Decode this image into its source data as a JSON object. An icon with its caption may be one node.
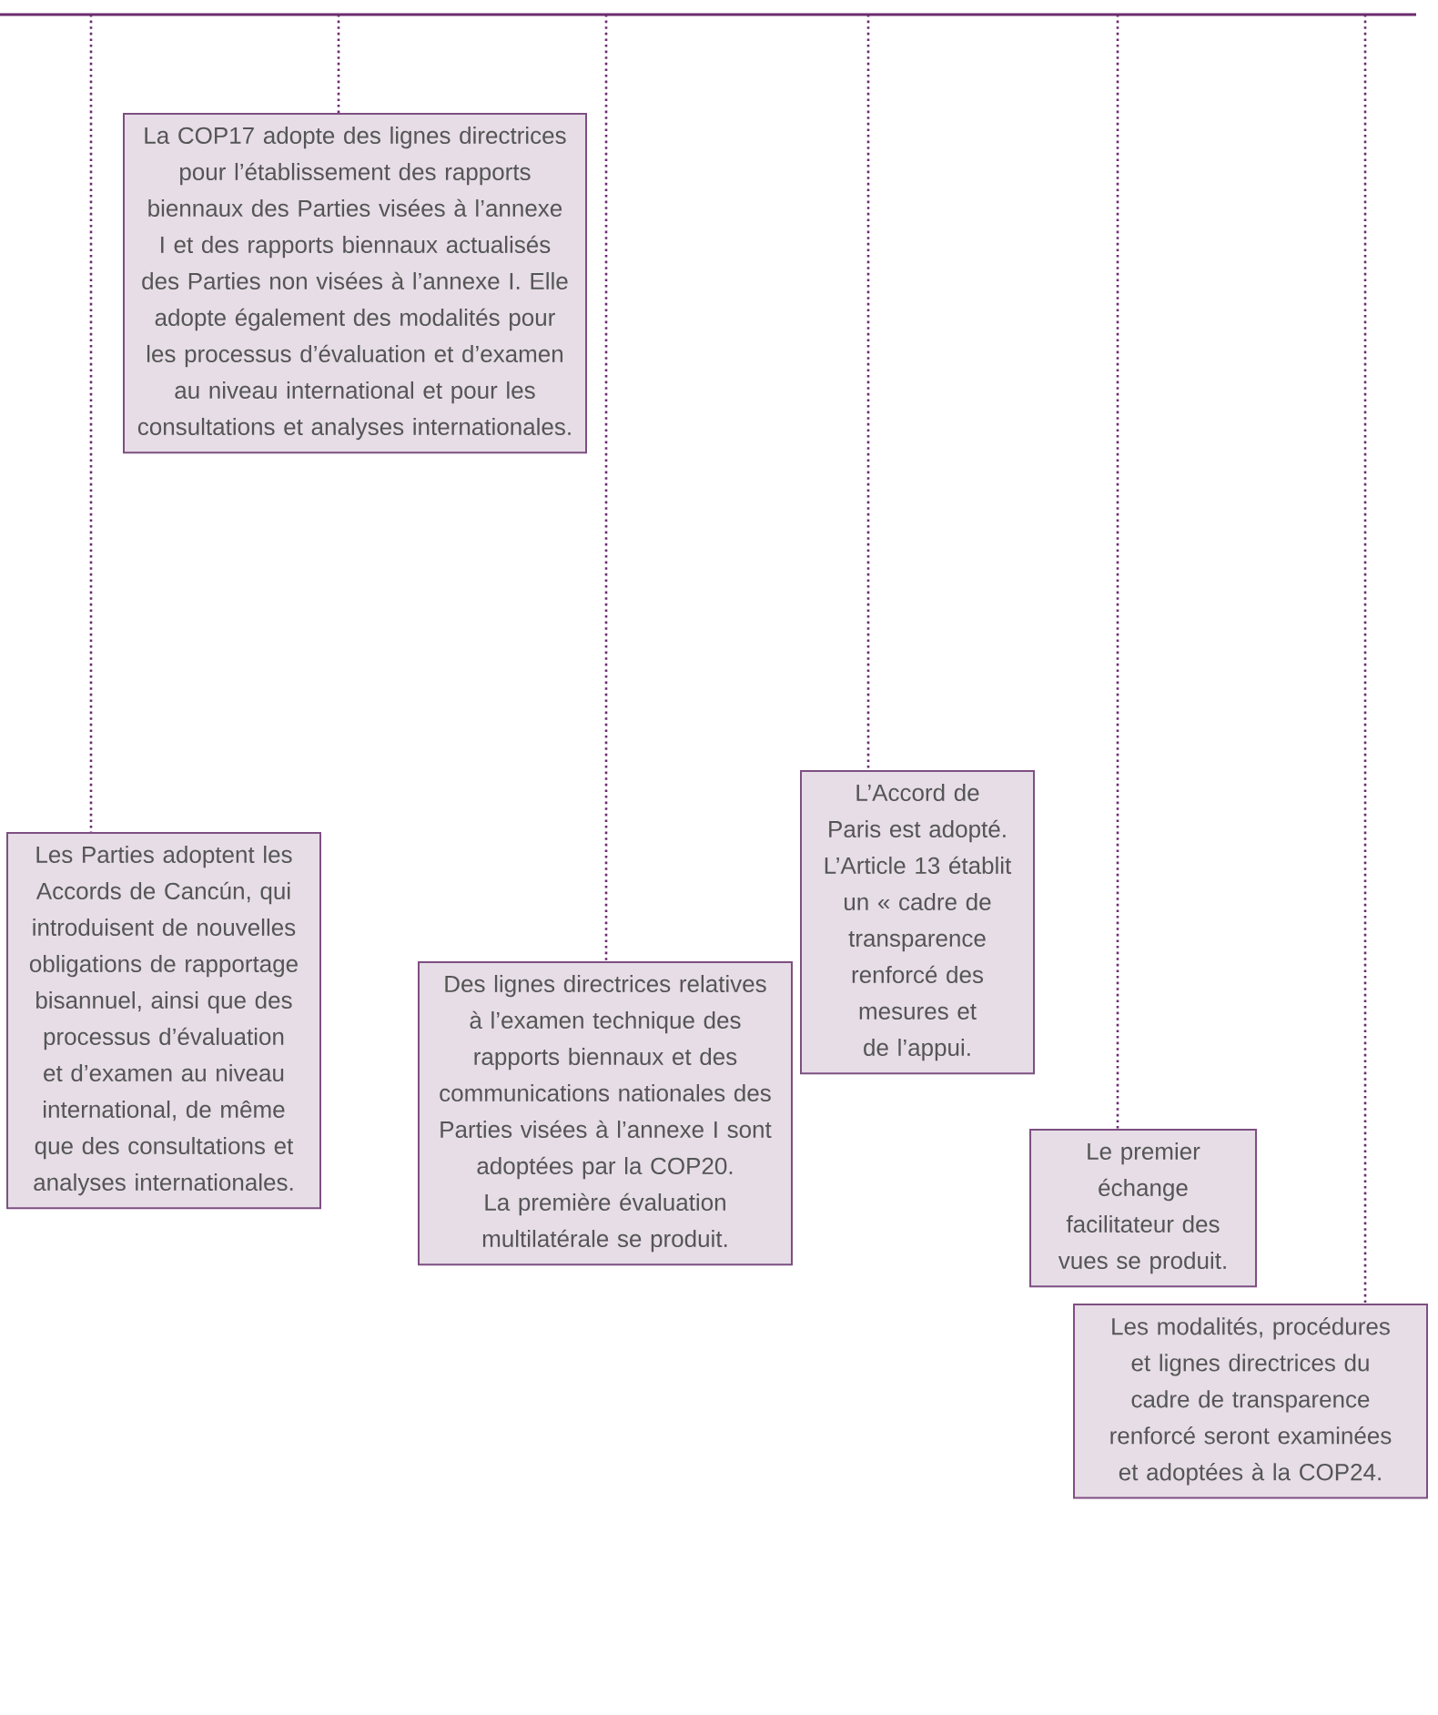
{
  "diagram": {
    "nodes": [
      {
        "text": [
          "Les Parties adoptent les Accords de Cancún, qui introduisent de nouvelles obligations de rapportage bisannuel, ainsi que des processus d’évaluation et d’examen au niveau international, de même que des consultations et analyses internationales."
        ]
      },
      {
        "text": [
          "La COP17 adopte des lignes directrices pour l’établissement des rapports biennaux des Parties visées à l’annexe I et des rapports biennaux actualisés des Parties non visées à l’annexe I. Elle adopte également des modalités pour les processus d’évaluation et d’examen au niveau international et pour les consultations et analyses internationales."
        ]
      },
      {
        "text": [
          "Des lignes directrices relatives à l’examen technique des rapports biennaux et des communications nationales des Parties visées à l’annexe I sont adoptées par la COP20. La première évaluation multilatérale se produit."
        ]
      },
      {
        "text": [
          "L’Accord de Paris est adopté. L’Article 13 établit un « cadre de transparence renforcé des mesures et de l’appui."
        ]
      },
      {
        "text": [
          "Le premier échange facilitateur des vues se produit."
        ]
      },
      {
        "text": [
          "Les modalités, procédures et lignes directrices du cadre de transparence renforcé seront examinées et adoptées à la COP24."
        ]
      }
    ],
    "edges": [
      {
        "from": null,
        "to": 0,
        "arrow": "none"
      },
      {
        "from": null,
        "to": 1,
        "arrow": "none"
      },
      {
        "from": null,
        "to": 2,
        "arrow": "none"
      },
      {
        "from": null,
        "to": 3,
        "arrow": "none"
      },
      {
        "from": null,
        "to": 4,
        "arrow": "none"
      },
      {
        "from": null,
        "to": 5,
        "arrow": "none"
      }
    ]
  }
}
